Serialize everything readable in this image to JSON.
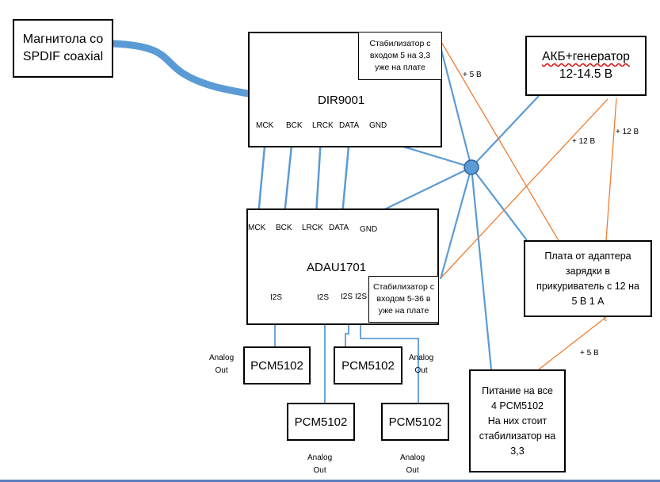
{
  "colors": {
    "blue_wire": "#5b9bd5",
    "orange_wire": "#ed7d31",
    "node_fill": "#5b9bd5",
    "node_stroke": "#2e5f9e"
  },
  "source": {
    "label": "Магнитола со\nSPDIF coaxial"
  },
  "dir9001": {
    "title": "DIR9001",
    "stabilizer": "Стабилизатор с\nвходом 5 на 3,3\nуже на плате",
    "pins": [
      "MCK",
      "BCK",
      "LRCK",
      "DATA",
      "GND"
    ]
  },
  "adau1701": {
    "title": "ADAU1701",
    "stabilizer": "Стабилизатор с\nвходом 5-36 в\nуже на плате",
    "pins": [
      "MCK",
      "BCK",
      "LRCK",
      "DATA",
      "GND"
    ],
    "i2s_labels": [
      "I2S",
      "I2S",
      "I2S",
      "I2S"
    ]
  },
  "battery": {
    "label_line1": "АКБ+генератор",
    "label_line2": "12-14.5 В"
  },
  "adapter": {
    "label": "Плата от адаптера\nзарядки в\nприкуриватель с 12 на\n5 В 1 А"
  },
  "power_all": {
    "label": "Питание на все\n4 PCM5102\nНа них стоит\nстабилизатор на\n3,3"
  },
  "voltage_labels": {
    "v5_top": "+ 5 В",
    "v12_a": "+ 12 В",
    "v12_b": "+ 12 В",
    "v5_bottom": "+ 5 В"
  },
  "dacs": [
    "PCM5102",
    "PCM5102",
    "PCM5102",
    "PCM5102"
  ],
  "analog_out": "Analog\nOut"
}
